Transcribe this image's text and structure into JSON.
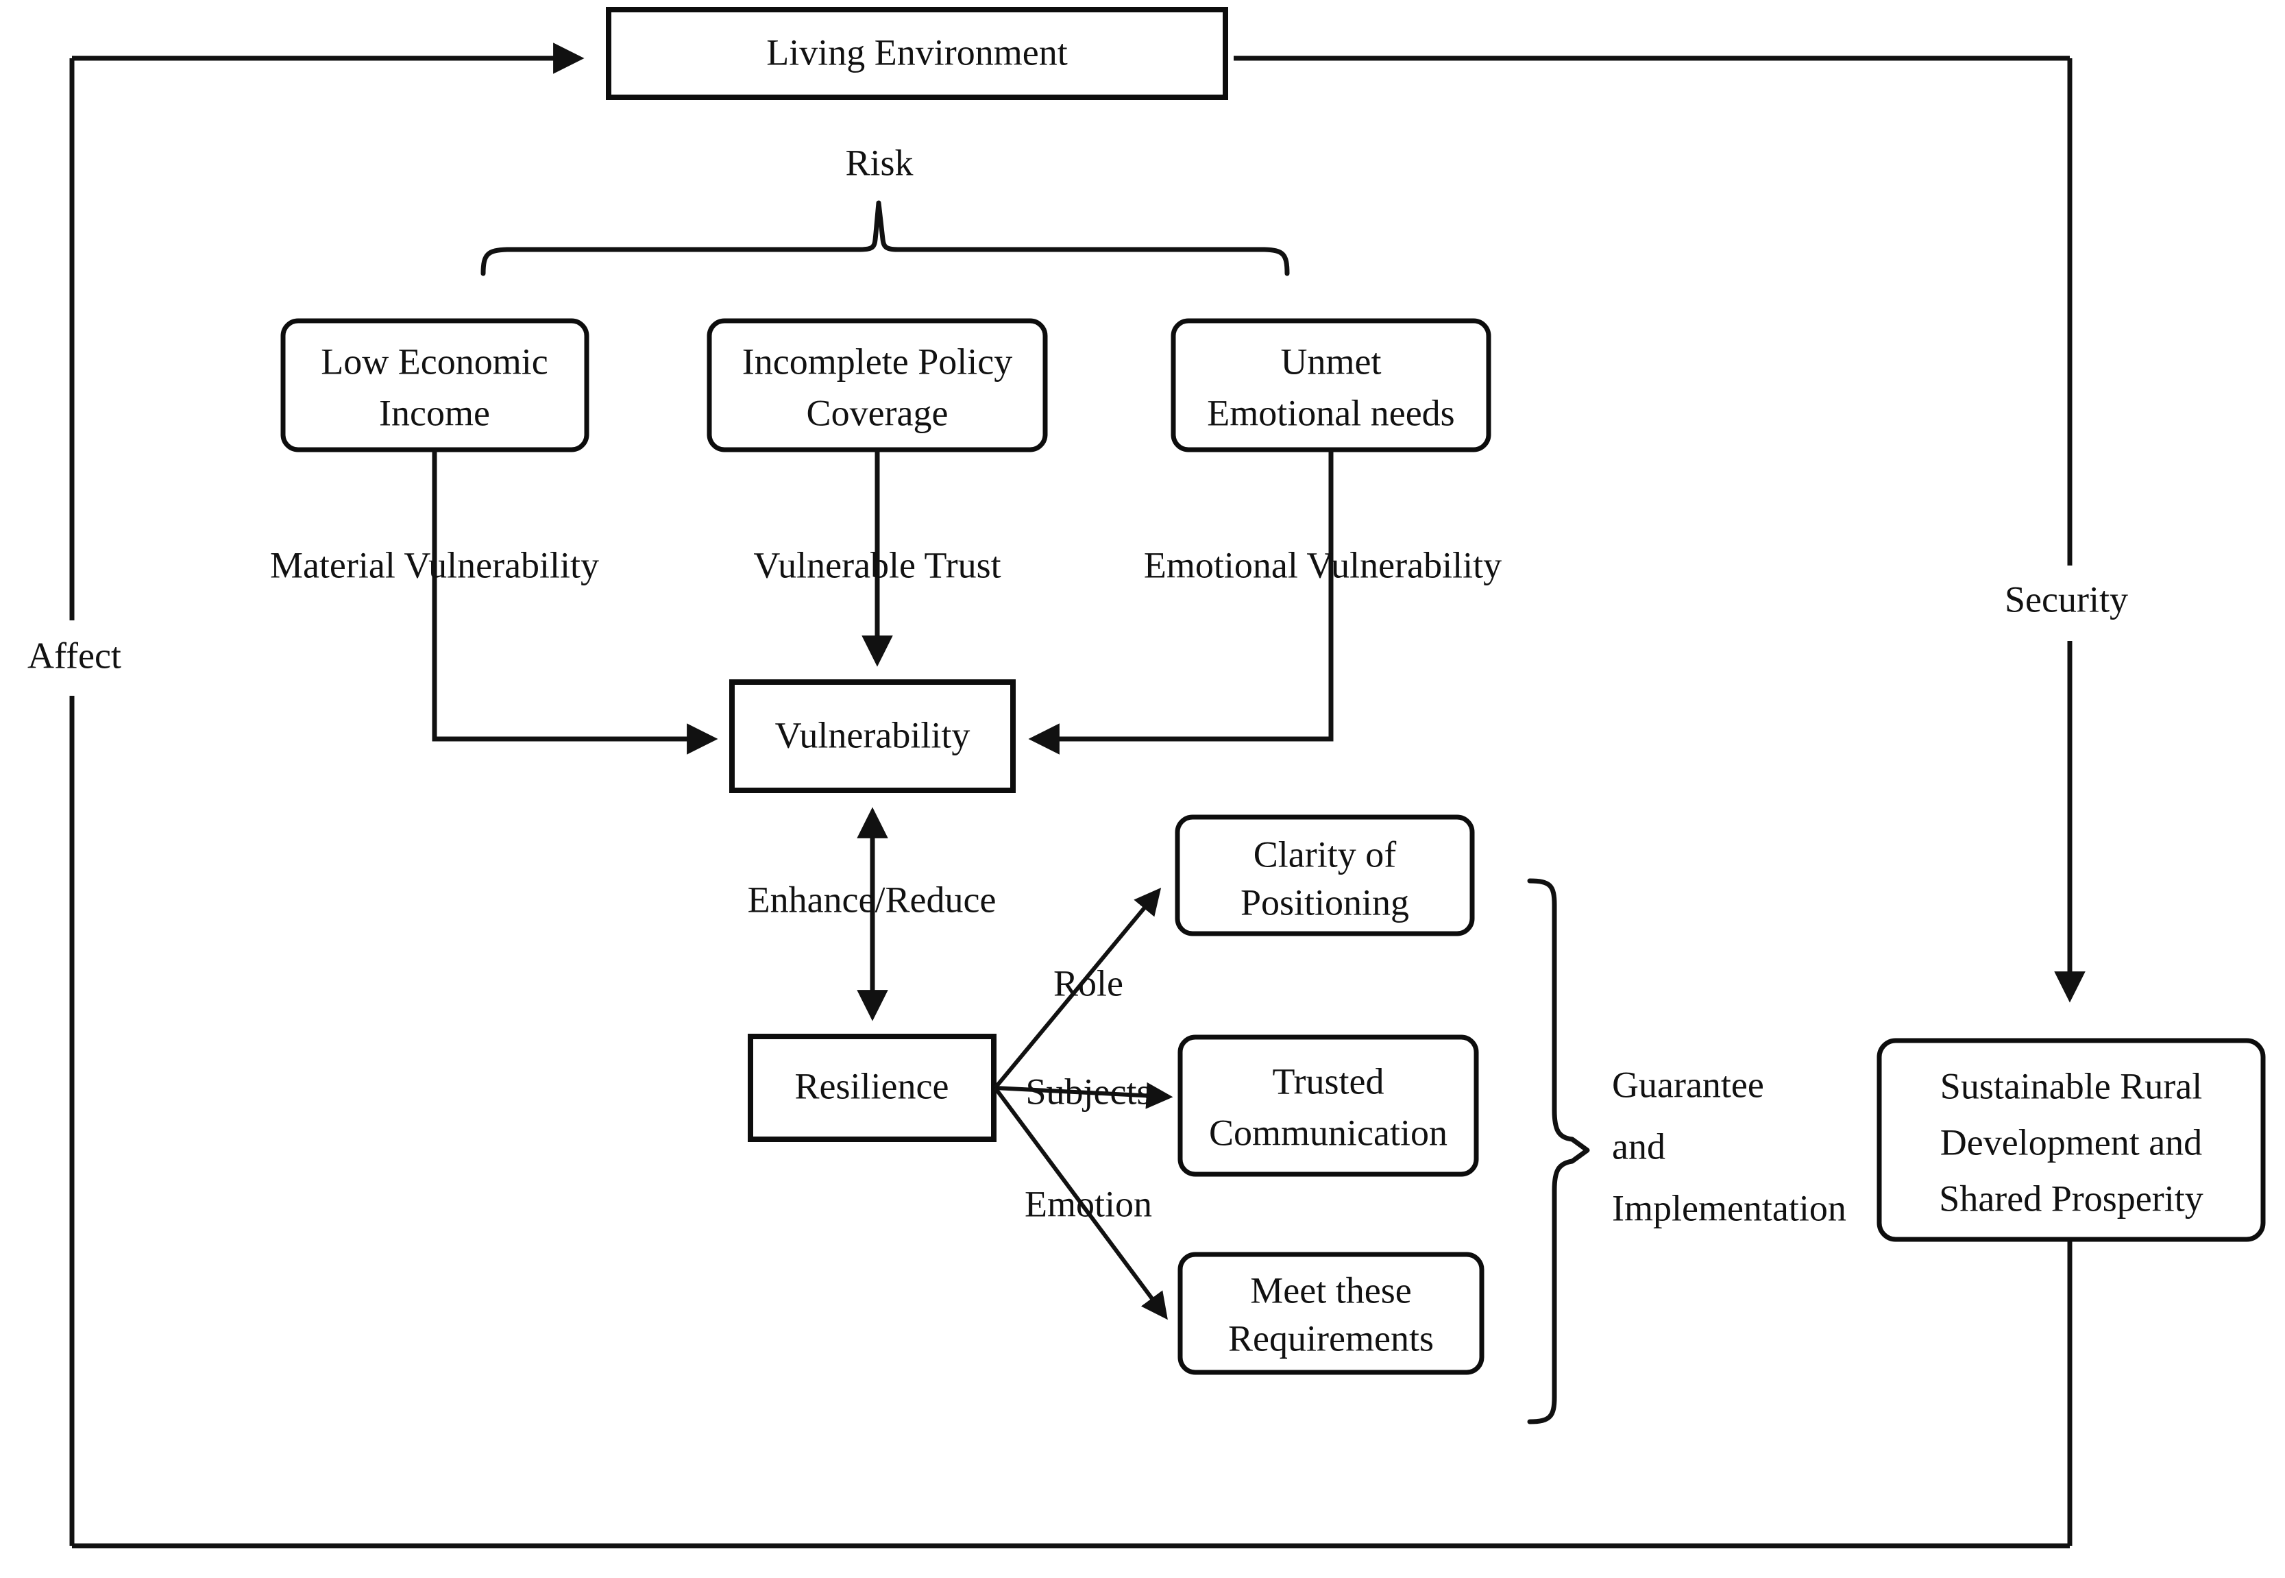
{
  "diagram": {
    "title": "Rural Vulnerability and Resilience Framework",
    "colors": {
      "stroke": "#111111",
      "fill": "#ffffff",
      "text": "#111111"
    },
    "nodes": {
      "living_environment": "Living Environment",
      "low_income": {
        "line1": "Low Economic",
        "line2": "Income"
      },
      "policy_coverage": {
        "line1": "Incomplete Policy",
        "line2": "Coverage"
      },
      "emotional_needs": {
        "line1": "Unmet",
        "line2": "Emotional needs"
      },
      "vulnerability": "Vulnerability",
      "resilience": "Resilience",
      "clarity": {
        "line1": "Clarity of",
        "line2": "Positioning"
      },
      "trusted_comm": {
        "line1": "Trusted",
        "line2": "Communication"
      },
      "requirements": {
        "line1": "Meet these",
        "line2": "Requirements"
      },
      "outcome": {
        "line1": "Sustainable Rural",
        "line2": "Development and",
        "line3": "Shared Prosperity"
      }
    },
    "edge_labels": {
      "risk": "Risk",
      "material_vulnerability": "Material Vulnerability",
      "vulnerable_trust": "Vulnerable Trust",
      "emotional_vulnerability": "Emotional Vulnerability",
      "enhance_reduce": "Enhance/Reduce",
      "role": "Role",
      "subjects": "Subjects",
      "emotion": "Emotion",
      "affect": "Affect",
      "security": "Security",
      "guarantee": {
        "line1": "Guarantee",
        "line2": "and",
        "line3": "Implementation"
      }
    }
  }
}
